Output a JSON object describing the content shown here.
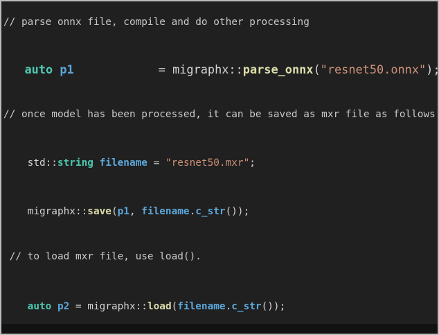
{
  "window": {
    "background": "#202020",
    "border_color": "#bcbcbc",
    "bottom_bar_color": "#121212"
  },
  "syntax_colors": {
    "plain": "#d4d4d4",
    "comment": "#c9c9c9",
    "keyword": "#4ec9b0",
    "variable": "#5ba7da",
    "function": "#dcdcaa",
    "string": "#ce9178"
  },
  "code": {
    "language": "cpp",
    "lines": [
      {
        "tokens": [
          [
            "comment",
            "// parse onnx file, compile and do other processing"
          ]
        ]
      },
      {
        "tokens": [
          [
            "plain",
            "   "
          ],
          [
            "keyword",
            "auto"
          ],
          [
            "plain",
            " "
          ],
          [
            "variable",
            "p1"
          ],
          [
            "plain",
            "            = migraphx::"
          ],
          [
            "function",
            "parse_onnx"
          ],
          [
            "plain",
            "("
          ],
          [
            "string",
            "\"resnet50.onnx\""
          ],
          [
            "plain",
            ");"
          ]
        ]
      },
      {
        "tokens": [
          [
            "comment",
            "// once model has been processed, it can be saved as mxr file as follows"
          ]
        ]
      },
      {
        "tokens": [
          [
            "plain",
            "    std::"
          ],
          [
            "keyword",
            "string"
          ],
          [
            "plain",
            " "
          ],
          [
            "variable",
            "filename"
          ],
          [
            "plain",
            " = "
          ],
          [
            "string",
            "\"resnet50.mxr\""
          ],
          [
            "plain",
            ";"
          ]
        ]
      },
      {
        "tokens": [
          [
            "plain",
            "    migraphx::"
          ],
          [
            "function",
            "save"
          ],
          [
            "plain",
            "("
          ],
          [
            "variable",
            "p1"
          ],
          [
            "plain",
            ", "
          ],
          [
            "variable",
            "filename"
          ],
          [
            "plain",
            "."
          ],
          [
            "variable",
            "c_str"
          ],
          [
            "plain",
            "());"
          ]
        ]
      },
      {
        "tokens": [
          [
            "comment",
            " // to load mxr file, use load()."
          ]
        ]
      },
      {
        "tokens": [
          [
            "plain",
            "    "
          ],
          [
            "keyword",
            "auto"
          ],
          [
            "plain",
            " "
          ],
          [
            "variable",
            "p2"
          ],
          [
            "plain",
            " = migraphx::"
          ],
          [
            "function",
            "load"
          ],
          [
            "plain",
            "("
          ],
          [
            "variable",
            "filename"
          ],
          [
            "plain",
            "."
          ],
          [
            "variable",
            "c_str"
          ],
          [
            "plain",
            "());"
          ]
        ]
      }
    ]
  }
}
